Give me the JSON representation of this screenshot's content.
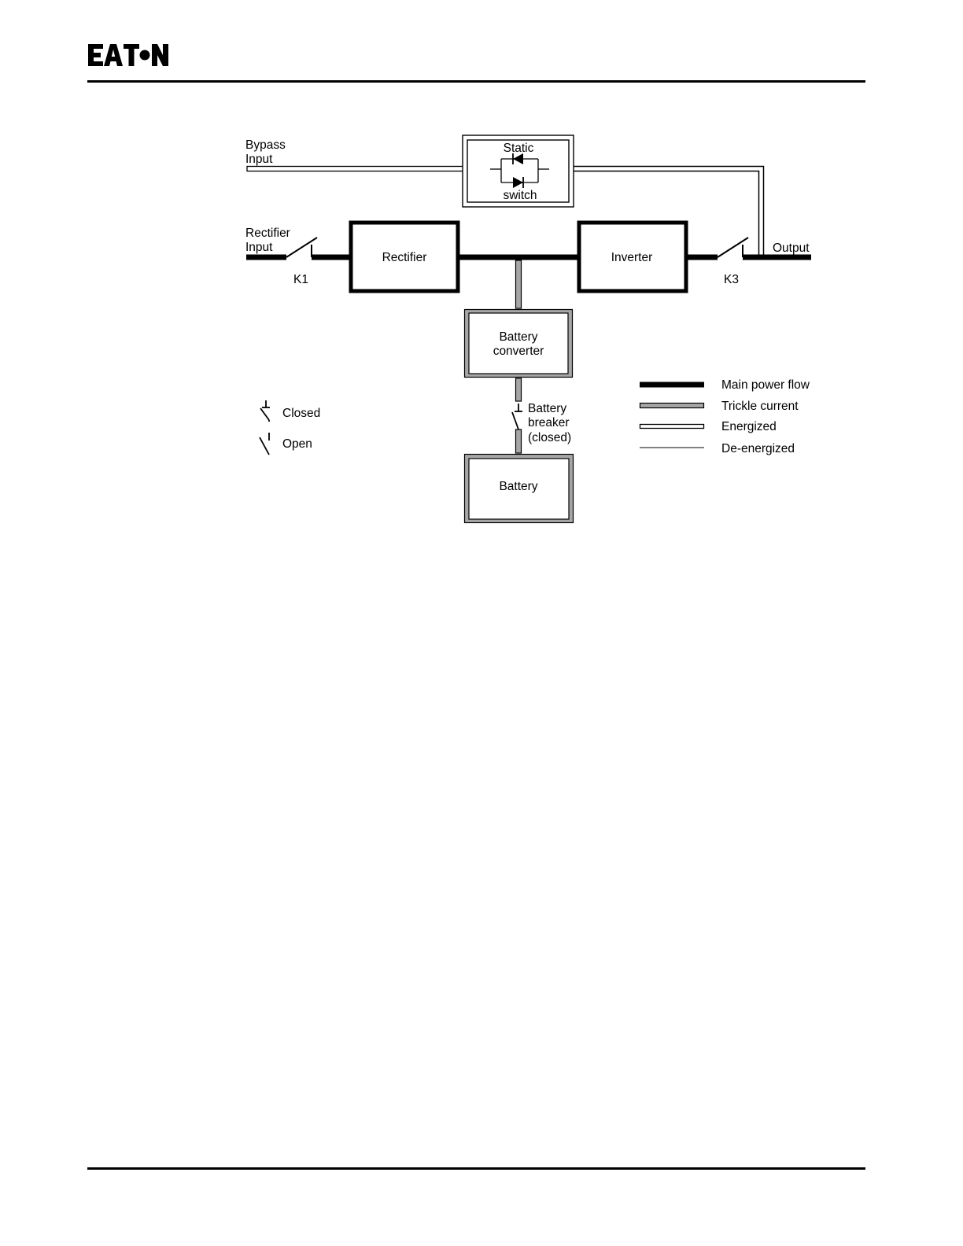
{
  "brand": {
    "logo_text": "EATON"
  },
  "diagram": {
    "bypass_input": {
      "line1": "Bypass",
      "line2": "Input"
    },
    "rectifier_input": {
      "line1": "Rectifier",
      "line2": "Input"
    },
    "static_switch": {
      "line1": "Static",
      "line2": "switch"
    },
    "rectifier": "Rectifier",
    "inverter": "Inverter",
    "output": "Output",
    "k1": "K1",
    "k3": "K3",
    "battery_converter": {
      "line1": "Battery",
      "line2": "converter"
    },
    "battery_breaker": {
      "line1": "Battery",
      "line2": "breaker",
      "line3": "(closed)"
    },
    "battery": "Battery",
    "switch_legend": {
      "closed": "Closed",
      "open": "Open"
    },
    "line_legend": {
      "main_power_flow": "Main power flow",
      "trickle_current": "Trickle current",
      "energized": "Energized",
      "de_energized": "De-energized"
    }
  },
  "colors": {
    "main_power_flow": "#000000",
    "trickle_current": "#a6a6a6",
    "energized": "#ffffff",
    "line": "#000000"
  }
}
